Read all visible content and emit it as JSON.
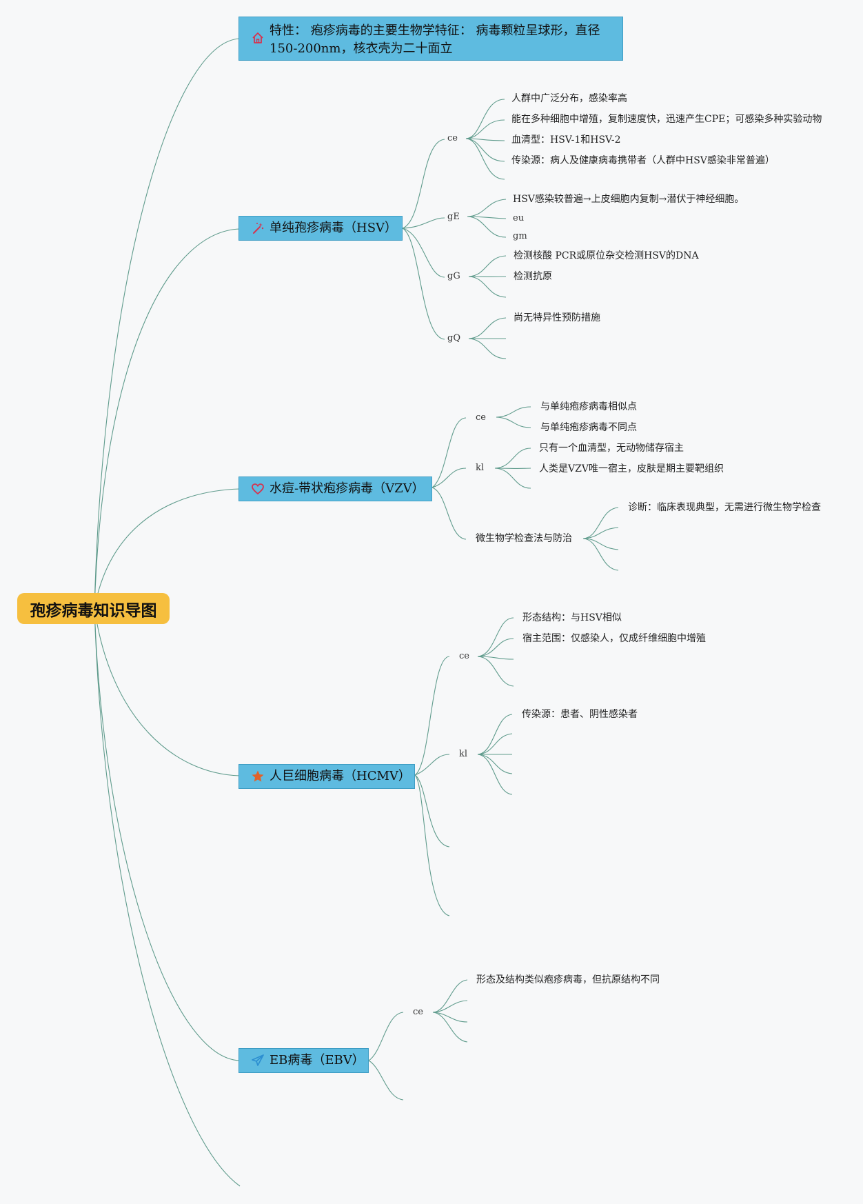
{
  "root": {
    "label": "孢疹病毒知识导图"
  },
  "nodes": {
    "feature": {
      "label": "特性： 疱疹病毒的主要生物学特征： 病毒颗粒呈球形，直径150-200nm，核衣壳为二十面立",
      "icon": "home-icon"
    },
    "hsv": {
      "label": "单纯孢疹病毒（HSV）",
      "icon": "magic-wand-icon",
      "ce": {
        "label": "ce",
        "items": [
          "人群中广泛分布，感染率高",
          "能在多种细胞中增殖，复制速度快，迅速产生CPE；可感染多种实验动物",
          "血清型：HSV-1和HSV-2",
          "传染源：病人及健康病毒携带者（人群中HSV感染非常普遍）"
        ]
      },
      "gE": {
        "label": "gE",
        "items": [
          "HSV感染较普遍→上皮细胞内复制→潜伏于神经细胞。",
          "eu",
          "gm"
        ]
      },
      "gG": {
        "label": "gG",
        "items": [
          "检测核酸 PCR或原位杂交检测HSV的DNA",
          "检测抗原"
        ]
      },
      "gQ": {
        "label": "gQ",
        "items": [
          "尚无特异性预防措施"
        ]
      }
    },
    "vzv": {
      "label": "水痘-带状疱疹病毒（VZV）",
      "icon": "heart-icon",
      "ce": {
        "label": "ce",
        "items": [
          "与单纯疱疹病毒相似点",
          "与单纯疱疹病毒不同点"
        ]
      },
      "kl": {
        "label": "kl",
        "items": [
          "只有一个血清型，无动物储存宿主",
          "人类是VZV唯一宿主，皮肤是期主要靶组织"
        ]
      },
      "micro": {
        "label": "微生物学检查法与防治",
        "items": [
          "诊断：临床表现典型，无需进行微生物学检查"
        ]
      }
    },
    "hcmv": {
      "label": "人巨细胞病毒（HCMV）",
      "icon": "star-icon",
      "ce": {
        "label": "ce",
        "items": [
          "形态结构：与HSV相似",
          "宿主范围：仅感染人，仅成纤维细胞中增殖"
        ]
      },
      "kl": {
        "label": "kl",
        "items": [
          "传染源：患者、阴性感染者"
        ]
      }
    },
    "ebv": {
      "label": "EB病毒（EBV）",
      "icon": "paper-plane-icon",
      "ce": {
        "label": "ce",
        "items": [
          "形态及结构类似疱疹病毒，但抗原结构不同"
        ]
      }
    }
  },
  "colors": {
    "root": "#f6bf3f",
    "topic": "#5ebbe0",
    "line": "#5f9b8c",
    "home": "#d6334f",
    "heart": "#d6334f",
    "star": "#e0622a",
    "wand": "#d6334f",
    "plane": "#2c8fd1"
  }
}
